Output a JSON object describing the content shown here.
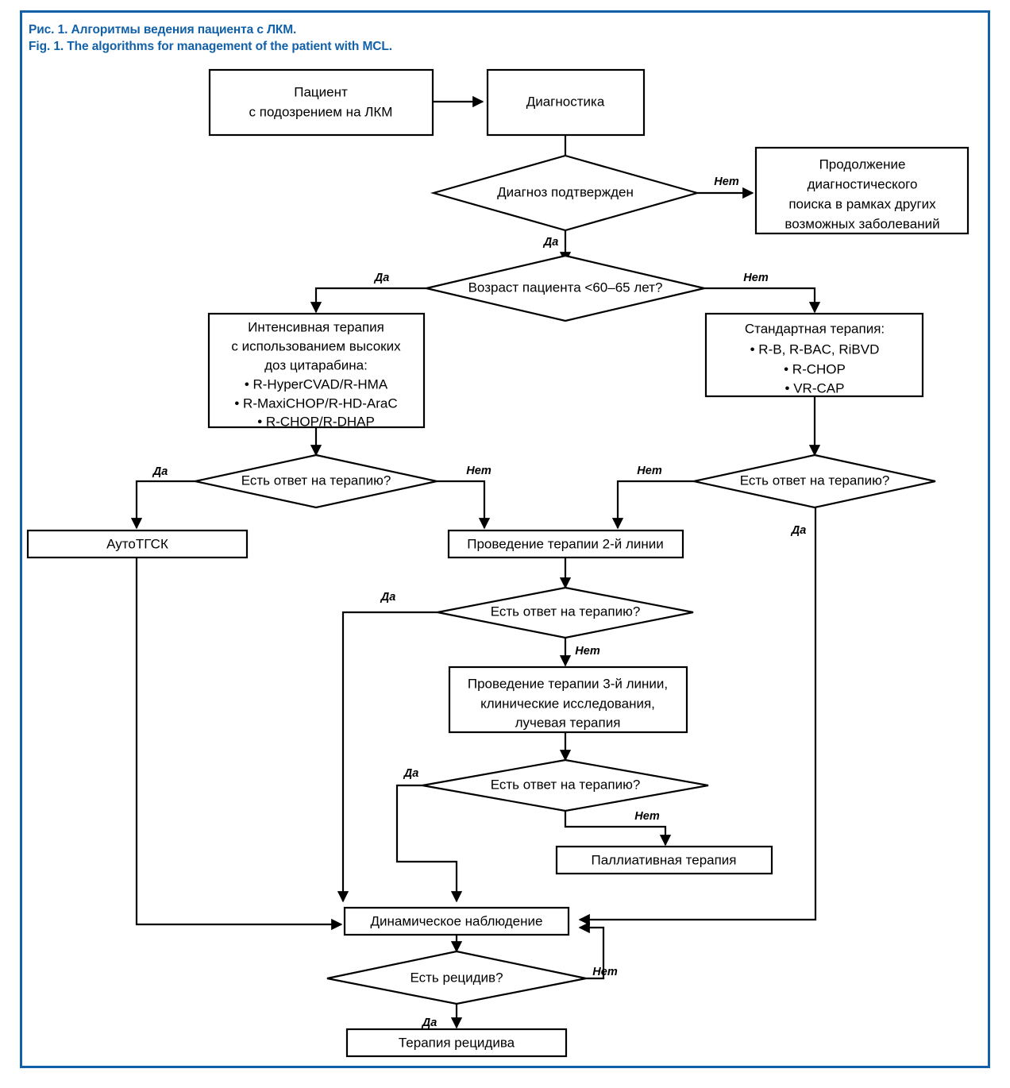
{
  "caption": {
    "line_ru": "Рис. 1. Алгоритмы ведения пациента с ЛКМ.",
    "line_en": "Fig. 1. The algorithms for management of the patient with MCL.",
    "color": "#1261a8"
  },
  "frame": {
    "border_color": "#1261a8"
  },
  "chart_data": {
    "type": "diagram",
    "title": "Алгоритмы ведения пациента с ЛКМ",
    "nodes": [
      {
        "id": "patient",
        "shape": "rect",
        "label": [
          "Пациент",
          "с подозрением на ЛКМ"
        ]
      },
      {
        "id": "diagnostics",
        "shape": "rect",
        "label": [
          "Диагностика"
        ]
      },
      {
        "id": "dx_confirm",
        "shape": "diamond",
        "label": [
          "Диагноз подтвержден"
        ]
      },
      {
        "id": "continue_dx",
        "shape": "rect",
        "label": [
          "Продолжение",
          "диагностического",
          "поиска в рамках других",
          "возможных заболеваний"
        ]
      },
      {
        "id": "age",
        "shape": "diamond",
        "label": [
          "Возраст пациента <60–65 лет?"
        ]
      },
      {
        "id": "intensive",
        "shape": "rect",
        "label": [
          "Интенсивная терапия",
          "с использованием высоких",
          "доз цитарабина:",
          "• R-HyperCVAD/R-HMA",
          "• R-MaxiCHOP/R-HD-AraC",
          "• R-CHOP/R-DHAP"
        ]
      },
      {
        "id": "standard",
        "shape": "rect",
        "label": [
          "Стандартная терапия:",
          "• R-B, R-BAC, RiBVD",
          "• R-CHOP",
          "• VR-CAP"
        ]
      },
      {
        "id": "resp1_left",
        "shape": "diamond",
        "label": [
          "Есть ответ на терапию?"
        ]
      },
      {
        "id": "resp1_right",
        "shape": "diamond",
        "label": [
          "Есть ответ на терапию?"
        ]
      },
      {
        "id": "auto_hsct",
        "shape": "rect",
        "label": [
          "АутоТГСК"
        ]
      },
      {
        "id": "line2",
        "shape": "rect",
        "label": [
          "Проведение терапии 2-й линии"
        ]
      },
      {
        "id": "resp2",
        "shape": "diamond",
        "label": [
          "Есть ответ на терапию?"
        ]
      },
      {
        "id": "line3",
        "shape": "rect",
        "label": [
          "Проведение терапии 3-й линии,",
          "клинические исследования,",
          "лучевая терапия"
        ]
      },
      {
        "id": "resp3",
        "shape": "diamond",
        "label": [
          "Есть ответ на терапию?"
        ]
      },
      {
        "id": "palliative",
        "shape": "rect",
        "label": [
          "Паллиативная терапия"
        ]
      },
      {
        "id": "follow_up",
        "shape": "rect",
        "label": [
          "Динамическое наблюдение"
        ]
      },
      {
        "id": "relapse",
        "shape": "diamond",
        "label": [
          "Есть рецидив?"
        ]
      },
      {
        "id": "relapse_tx",
        "shape": "rect",
        "label": [
          "Терапия рецидива"
        ]
      }
    ],
    "edges": [
      {
        "from": "patient",
        "to": "diagnostics",
        "label": ""
      },
      {
        "from": "diagnostics",
        "to": "dx_confirm",
        "label": ""
      },
      {
        "from": "dx_confirm",
        "to": "continue_dx",
        "label": "Нет"
      },
      {
        "from": "dx_confirm",
        "to": "age",
        "label": "Да"
      },
      {
        "from": "age",
        "to": "intensive",
        "label": "Да"
      },
      {
        "from": "age",
        "to": "standard",
        "label": "Нет"
      },
      {
        "from": "intensive",
        "to": "resp1_left",
        "label": ""
      },
      {
        "from": "standard",
        "to": "resp1_right",
        "label": ""
      },
      {
        "from": "resp1_left",
        "to": "auto_hsct",
        "label": "Да"
      },
      {
        "from": "resp1_left",
        "to": "line2",
        "label": "Нет"
      },
      {
        "from": "resp1_right",
        "to": "line2",
        "label": "Нет"
      },
      {
        "from": "resp1_right",
        "to": "follow_up",
        "label": "Да"
      },
      {
        "from": "auto_hsct",
        "to": "follow_up",
        "label": ""
      },
      {
        "from": "line2",
        "to": "resp2",
        "label": ""
      },
      {
        "from": "resp2",
        "to": "follow_up",
        "label": "Да"
      },
      {
        "from": "resp2",
        "to": "line3",
        "label": "Нет"
      },
      {
        "from": "line3",
        "to": "resp3",
        "label": ""
      },
      {
        "from": "resp3",
        "to": "follow_up",
        "label": "Да"
      },
      {
        "from": "resp3",
        "to": "palliative",
        "label": "Нет"
      },
      {
        "from": "follow_up",
        "to": "relapse",
        "label": ""
      },
      {
        "from": "relapse",
        "to": "relapse_tx",
        "label": "Да"
      },
      {
        "from": "relapse",
        "to": "follow_up",
        "label": "Нет"
      }
    ],
    "edge_labels": {
      "yes": "Да",
      "no": "Нет"
    }
  },
  "nodes": {
    "patient": {
      "l1": "Пациент",
      "l2": "с подозрением на ЛКМ"
    },
    "diagnostics": {
      "l1": "Диагностика"
    },
    "dx_confirm": {
      "l1": "Диагноз подтвержден"
    },
    "continue_dx": {
      "l1": "Продолжение",
      "l2": "диагностического",
      "l3": "поиска в рамках других",
      "l4": "возможных заболеваний"
    },
    "age": {
      "l1": "Возраст пациента <60–65 лет?"
    },
    "intensive": {
      "l1": "Интенсивная терапия",
      "l2": "с использованием высоких",
      "l3": "доз цитарабина:",
      "l4": "• R-HyperCVAD/R-HMA",
      "l5": "• R-MaxiCHOP/R-HD-AraC",
      "l6": "• R-CHOP/R-DHAP"
    },
    "standard": {
      "l1": "Стандартная терапия:",
      "l2": "• R-B, R-BAC, RiBVD",
      "l3": "• R-CHOP",
      "l4": "• VR-CAP"
    },
    "resp1_left": {
      "l1": "Есть ответ на терапию?"
    },
    "resp1_right": {
      "l1": "Есть ответ на терапию?"
    },
    "auto_hsct": {
      "l1": "АутоТГСК"
    },
    "line2": {
      "l1": "Проведение терапии 2-й линии"
    },
    "resp2": {
      "l1": "Есть ответ на терапию?"
    },
    "line3": {
      "l1": "Проведение терапии 3-й линии,",
      "l2": "клинические исследования,",
      "l3": "лучевая терапия"
    },
    "resp3": {
      "l1": "Есть ответ на терапию?"
    },
    "palliative": {
      "l1": "Паллиативная терапия"
    },
    "follow_up": {
      "l1": "Динамическое наблюдение"
    },
    "relapse": {
      "l1": "Есть рецидив?"
    },
    "relapse_tx": {
      "l1": "Терапия рецидива"
    }
  },
  "labels": {
    "dx_no": "Нет",
    "dx_yes": "Да",
    "age_yes": "Да",
    "age_no": "Нет",
    "resp1l_yes": "Да",
    "resp1l_no": "Нет",
    "resp1r_no": "Нет",
    "resp1r_yes": "Да",
    "resp2_yes": "Да",
    "resp2_no": "Нет",
    "resp3_yes": "Да",
    "resp3_no": "Нет",
    "relapse_yes": "Да",
    "relapse_no": "Нет"
  }
}
